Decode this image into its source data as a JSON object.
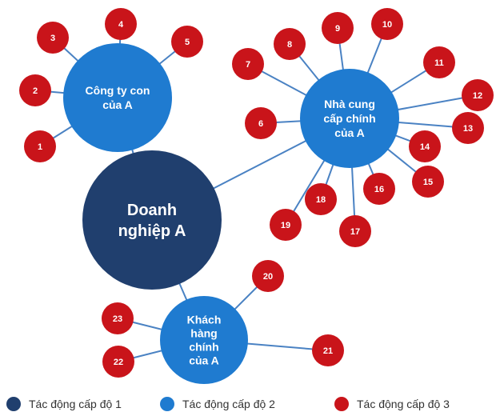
{
  "colors": {
    "level1": "#203f6e",
    "level2": "#1f7bd0",
    "level3": "#c9141a",
    "edge": "#4a82c3"
  },
  "hub": {
    "label_lines": [
      "Doanh",
      "nghiệp A"
    ]
  },
  "subsidiary": {
    "label_lines": [
      "Công ty con",
      "của A"
    ]
  },
  "supplier": {
    "label_lines": [
      "Nhà cung",
      "cấp chính",
      "của A"
    ]
  },
  "customer": {
    "label_lines": [
      "Khách",
      "hàng",
      "chính",
      "của A"
    ]
  },
  "subsidiary_leaves": [
    "1",
    "2",
    "3",
    "4",
    "5"
  ],
  "supplier_leaves": [
    "6",
    "7",
    "8",
    "9",
    "10",
    "11",
    "12",
    "13",
    "14",
    "15",
    "16",
    "17",
    "18",
    "19"
  ],
  "customer_leaves": [
    "20",
    "21",
    "22",
    "23"
  ],
  "legend": [
    {
      "label": "Tác động cấp độ 1",
      "color": "#203f6e"
    },
    {
      "label": "Tác động cấp độ 2",
      "color": "#1f7bd0"
    },
    {
      "label": "Tác động cấp độ 3",
      "color": "#c9141a"
    }
  ]
}
